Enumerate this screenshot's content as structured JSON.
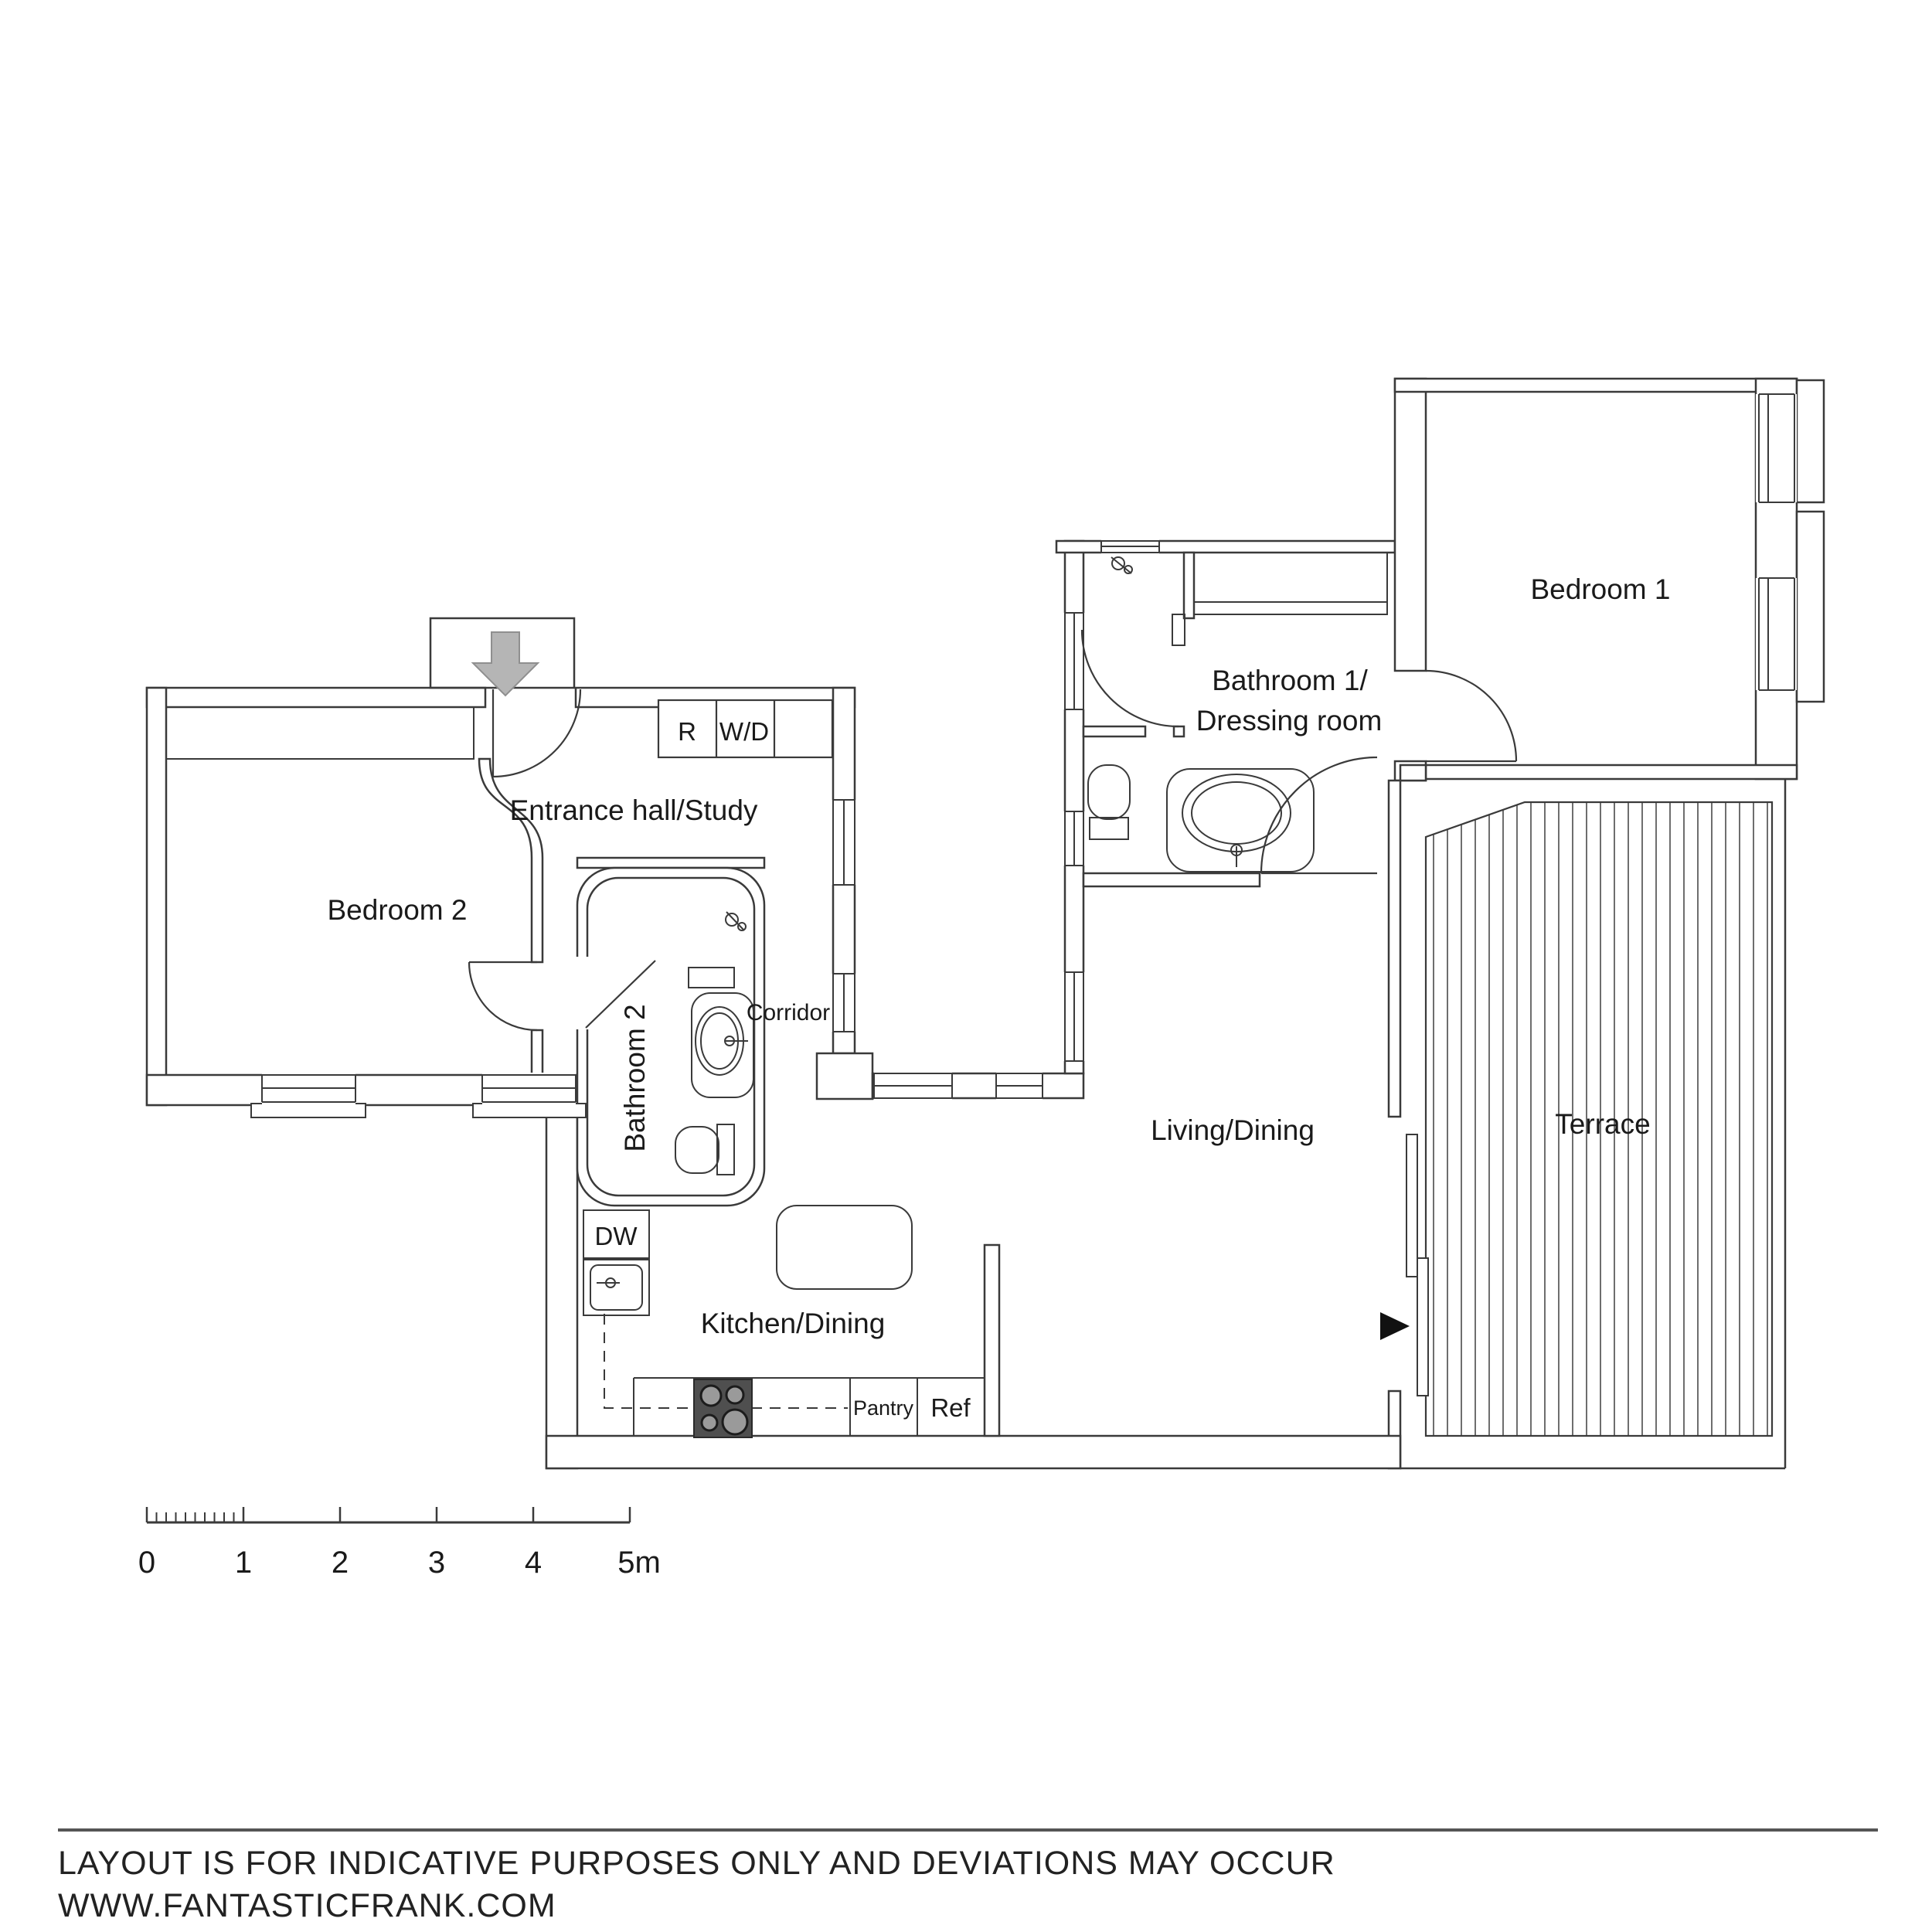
{
  "floorplan": {
    "rooms": {
      "bedroom1": {
        "label": "Bedroom 1"
      },
      "bedroom2": {
        "label": "Bedroom 2"
      },
      "entrance": {
        "label": "Entrance hall/Study"
      },
      "bathroom1": {
        "label": "Bathroom 1/",
        "label2": "Dressing room"
      },
      "bathroom2": {
        "label": "Bathroom 2"
      },
      "corridor": {
        "label": "Corridor"
      },
      "living": {
        "label": "Living/Dining"
      },
      "kitchen": {
        "label": "Kitchen/Dining"
      },
      "terrace": {
        "label": "Terrace"
      }
    },
    "appliances": {
      "r": "R",
      "wd": "W/D",
      "dw": "DW",
      "pantry": "Pantry",
      "ref": "Ref"
    },
    "icons": {
      "entrance_arrow": "entrance-direction-arrow",
      "terrace_arrow": "terrace-door-direction-arrow",
      "fixtures": [
        "toilet",
        "bathtub-sink",
        "shower-faucet",
        "kitchen-sink",
        "stove",
        "kitchen-island"
      ]
    }
  },
  "scale_bar": {
    "labels": [
      "0",
      "1",
      "2",
      "3",
      "4",
      "5m"
    ]
  },
  "footer": {
    "line1": "LAYOUT IS FOR INDICATIVE PURPOSES ONLY AND DEVIATIONS MAY OCCUR",
    "line2": "WWW.FANTASTICFRANK.COM"
  },
  "colors": {
    "wall_line": "#3a3a3a",
    "text": "#1a1a1a",
    "arrow_fill": "#b5b5b5",
    "stove_fill": "#4f4f4f"
  }
}
